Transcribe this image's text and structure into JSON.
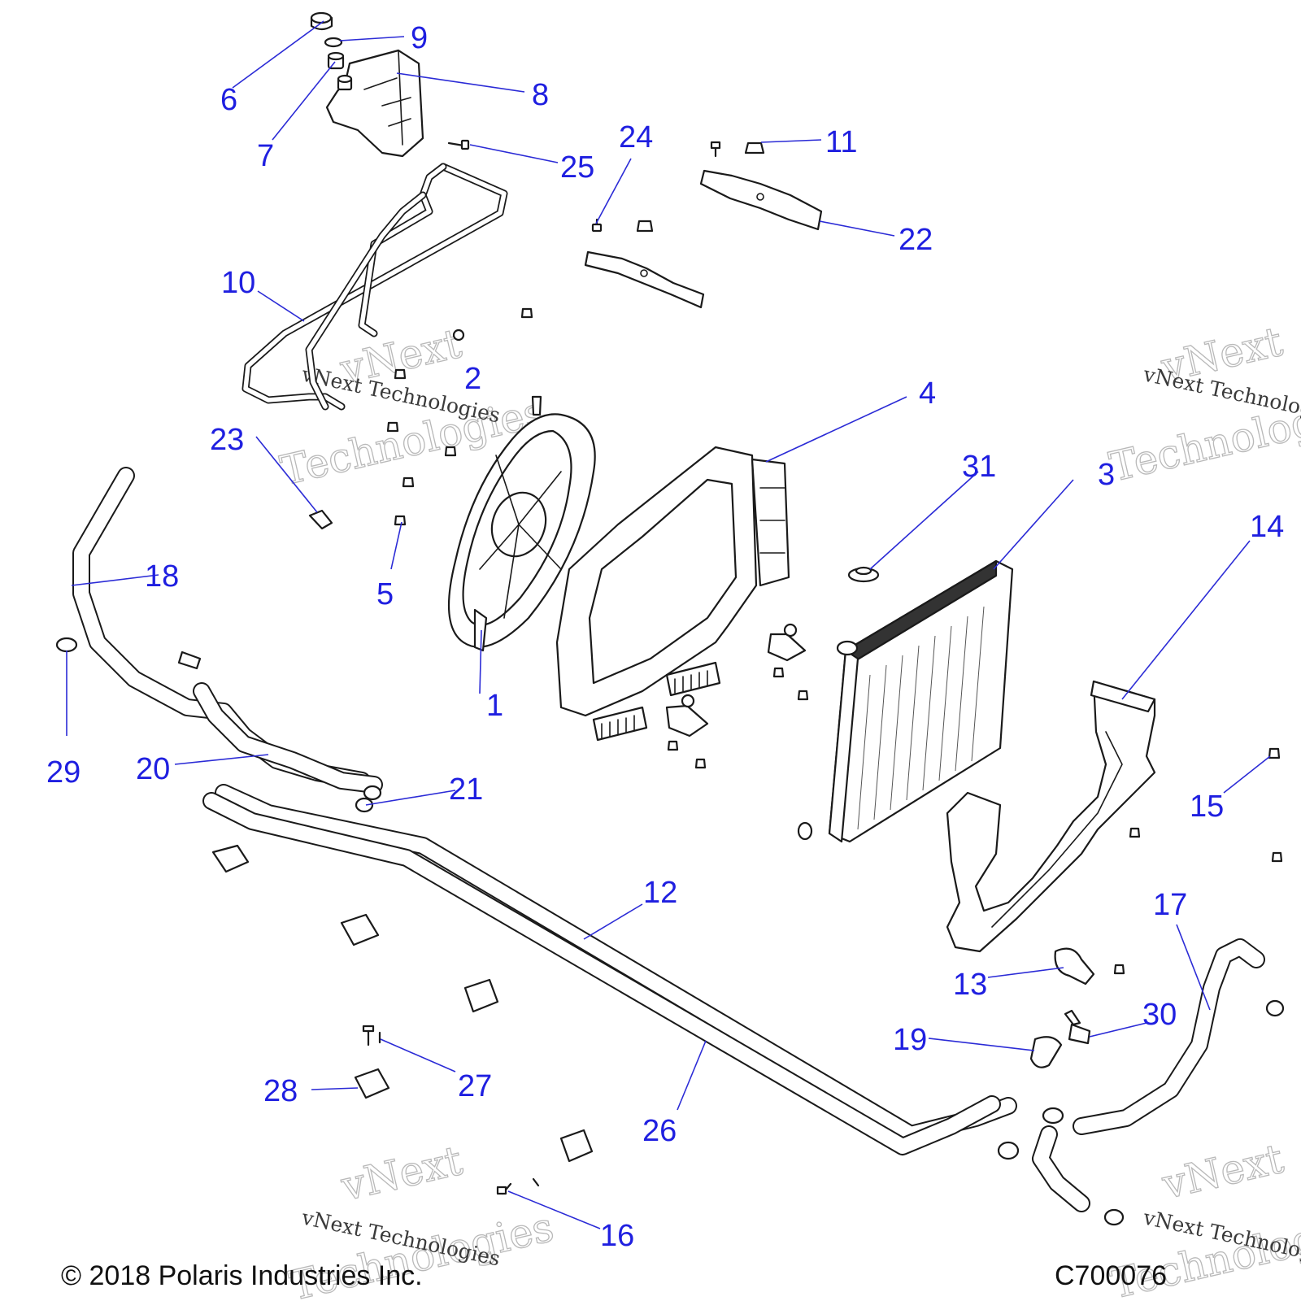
{
  "labels": {
    "c1": "1",
    "c2": "2",
    "c3": "3",
    "c4": "4",
    "c5": "5",
    "c6": "6",
    "c7": "7",
    "c8": "8",
    "c9": "9",
    "c10": "10",
    "c11": "11",
    "c12": "12",
    "c13": "13",
    "c14": "14",
    "c15": "15",
    "c16": "16",
    "c17": "17",
    "c18": "18",
    "c19": "19",
    "c20": "20",
    "c21": "21",
    "c22": "22",
    "c23": "23",
    "c24": "24",
    "c25": "25",
    "c26": "26",
    "c27": "27",
    "c28": "28",
    "c29": "29",
    "c30": "30",
    "c31": "31"
  },
  "footer": {
    "copyright": "© 2018 Polaris Industries Inc.",
    "figure_id": "C700076"
  },
  "watermark": {
    "line1": "vNext",
    "line2": "Technologies",
    "caption": "vNext Technologies"
  },
  "colors": {
    "callout": "#1f1fe0",
    "leader": "#2b2bd6",
    "part_outline": "#1a1a1a"
  }
}
